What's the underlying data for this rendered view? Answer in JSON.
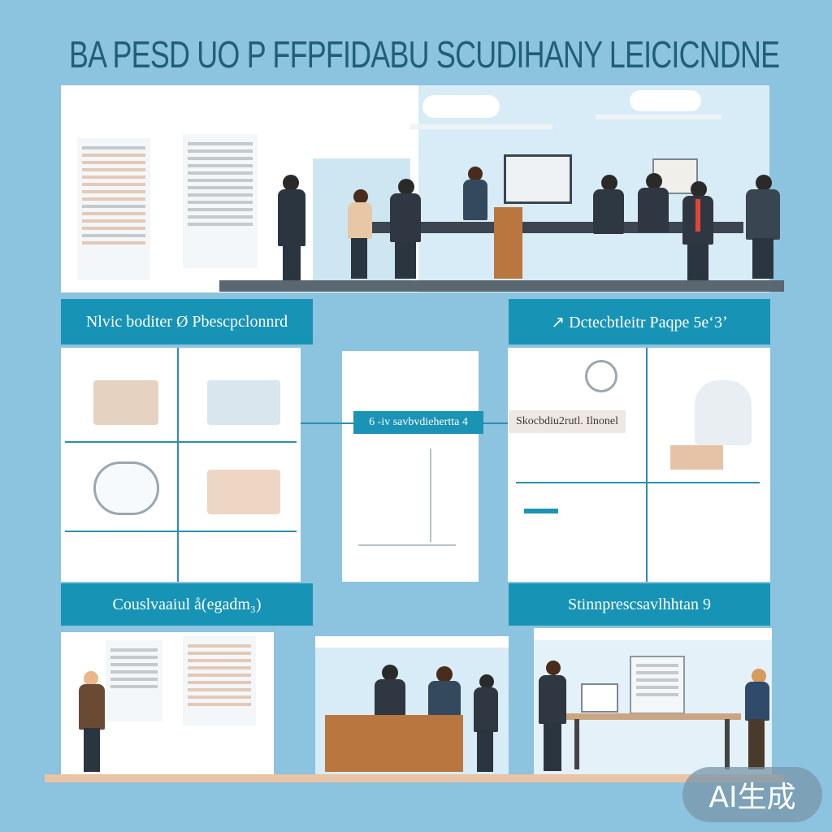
{
  "title": "BA PESD UO P FFPFIDABU SCUDIHANY LEICICNDNE",
  "sections": {
    "top_left_label": "Nlvic boditer Ø Pbescpclonnrd",
    "top_right_label": "↗ Dctecbtleitr Paqpe 5eʻ3ʼ",
    "center_tag": "6 -iv savbvdiehertta 4",
    "right_tag": "Skocbdiu2rutl. Ilnonel",
    "bottom_left_label": "Couslvaaiul å(egadm₃)",
    "bottom_right_label": "Stinnprescsavlhhtan 9"
  },
  "badge": "AI生成",
  "colors": {
    "background": "#8cc3de",
    "accent": "#1793b5",
    "title": "#1f5f78"
  }
}
